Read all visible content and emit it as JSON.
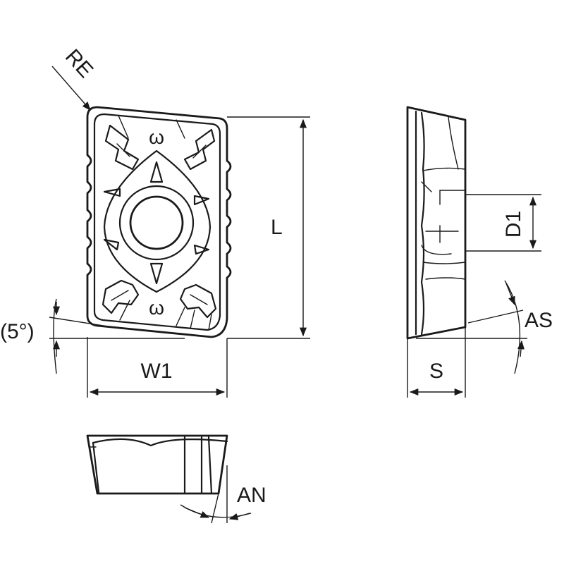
{
  "labels": {
    "re": "RE",
    "l": "L",
    "w1": "W1",
    "five_deg": "(5°)",
    "d1": "D1",
    "as": "AS",
    "s": "S",
    "an": "AN",
    "mark": "ω"
  },
  "colors": {
    "line": "#1a1a1a",
    "background": "#ffffff"
  }
}
